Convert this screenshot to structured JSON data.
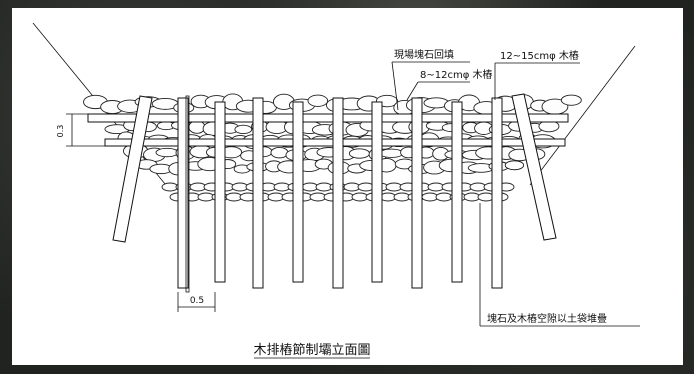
{
  "diagram": {
    "title": "木排樁節制壩立面圖",
    "labels": {
      "fill_stone": "現場塊石回填",
      "small_pile": "8~12cmφ 木樁",
      "large_pile": "12~15cmφ 木樁",
      "note_bottom": "塊石及木樁空隙以土袋堆疊",
      "dim_spacing": "0.5",
      "dim_height": "0.3"
    },
    "colors": {
      "line": "#111111",
      "sheet": "#ffffff",
      "background": "#202320"
    }
  }
}
